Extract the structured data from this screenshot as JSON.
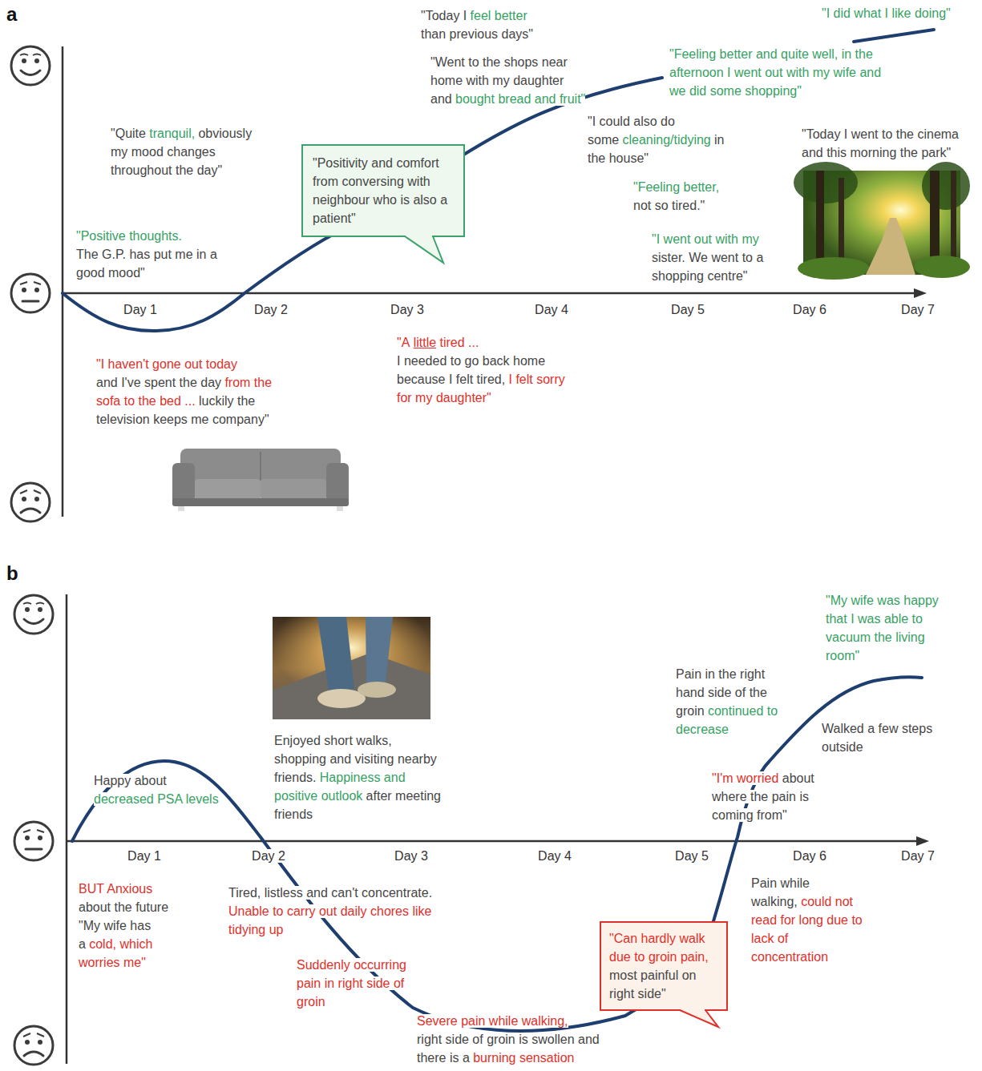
{
  "diagram": {
    "nodes": [
      {
        "text": [
          "\"Positivity and comfort from conversing with neighbour who is also a patient\""
        ]
      },
      {
        "text": [
          "\"Can hardly walk due to groin pain,",
          "most painful on right side\""
        ]
      }
    ],
    "labels": [
      "a",
      "Day 1",
      "Day 2",
      "Day 3",
      "Day 4",
      "Day 5",
      "Day 6",
      "Day 7",
      "\"Today I",
      "feel better",
      "than previous days\"",
      "\"I did what I like doing\"",
      "\"Went to the shops near home with my daughter and",
      "bought bread and fruit\"",
      "\"Feeling better and quite well, in the afternoon I went out with my wife and we did some shopping\"",
      "\"Quite",
      "tranquil,",
      "obviously my mood changes throughout the day\"",
      "\"I could also do some",
      "cleaning/tidying",
      "in the house\"",
      "\"Today I went to the cinema and this morning the park\"",
      "\"Feeling better,",
      "not so tired.\"",
      "\"Positive thoughts.",
      "The G.P. has put me in a good mood\"",
      "\"I went out with my",
      "sister. We went to a shopping centre\"",
      "\"A",
      "little",
      "tired ...",
      "I needed to go back home because I felt tired,",
      "I felt sorry for my daughter\"",
      "\"I haven't gone out today",
      "and I've spent the day",
      "from the sofa to the bed ...",
      "luckily the television keeps me company\"",
      "b",
      "Day 1",
      "Day 2",
      "Day 3",
      "Day 4",
      "Day 5",
      "Day 6",
      "Day 7",
      "\"My wife was happy that I was able to vacuum the living room\"",
      "Pain in the right hand side of the groin",
      "continued to decrease",
      "Walked a few steps outside",
      "Enjoyed short walks, shopping and visiting nearby friends.",
      "Happiness and positive outlook",
      "after meeting friends",
      "Happy about",
      "decreased PSA levels",
      "\"I'm worried",
      "about where the pain is coming from\"",
      "BUT Anxious",
      "about the future",
      "\"My wife has a",
      "cold, which worries me\"",
      "Tired, listless and can't concentrate.",
      "Unable to carry out daily chores like tidying up",
      "Pain while walking,",
      "could not read for long due to lack of concentration",
      "Suddenly occurring pain in right side of groin",
      "Severe pain while walking,",
      "right side of groin is swollen and there is a",
      "burning sensation"
    ]
  }
}
